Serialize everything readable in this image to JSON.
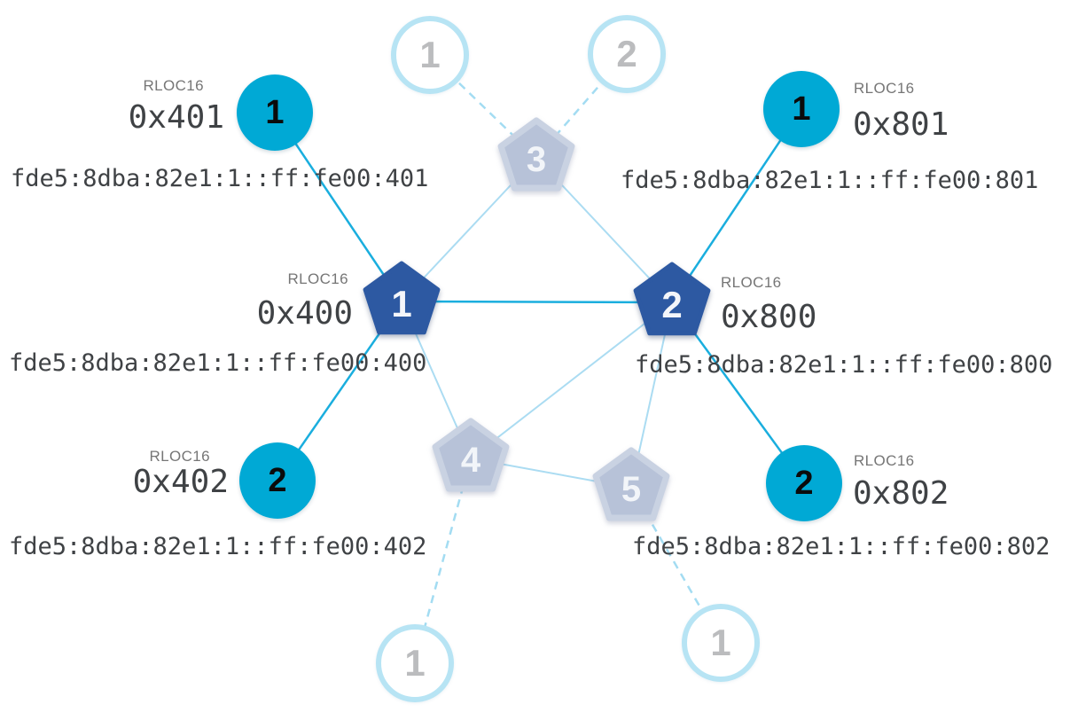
{
  "network": {
    "routers": [
      {
        "id": "1",
        "rloc16_label": "RLOC16",
        "rloc16": "0x400",
        "ipv6": "fde5:8dba:82e1:1::ff:fe00:400",
        "state": "active"
      },
      {
        "id": "2",
        "rloc16_label": "RLOC16",
        "rloc16": "0x800",
        "ipv6": "fde5:8dba:82e1:1::ff:fe00:800",
        "state": "active"
      },
      {
        "id": "3",
        "state": "inactive"
      },
      {
        "id": "4",
        "state": "inactive"
      },
      {
        "id": "5",
        "state": "inactive"
      }
    ],
    "children": [
      {
        "id": "1",
        "rloc16_label": "RLOC16",
        "rloc16": "0x401",
        "ipv6": "fde5:8dba:82e1:1::ff:fe00:401",
        "state": "active"
      },
      {
        "id": "2",
        "rloc16_label": "RLOC16",
        "rloc16": "0x402",
        "ipv6": "fde5:8dba:82e1:1::ff:fe00:402",
        "state": "active"
      },
      {
        "id": "1",
        "rloc16_label": "RLOC16",
        "rloc16": "0x801",
        "ipv6": "fde5:8dba:82e1:1::ff:fe00:801",
        "state": "active"
      },
      {
        "id": "2",
        "rloc16_label": "RLOC16",
        "rloc16": "0x802",
        "ipv6": "fde5:8dba:82e1:1::ff:fe00:802",
        "state": "active"
      }
    ],
    "inactive_children": [
      {
        "id": "1"
      },
      {
        "id": "2"
      },
      {
        "id": "1"
      },
      {
        "id": "1"
      }
    ]
  },
  "colors": {
    "router_active": "#2d59a2",
    "router_inactive_fill": "#b7c2d8",
    "router_inactive_stroke": "#c9d2e2",
    "child_active": "#00a9d5",
    "child_inactive_ring": "#b7e4f4",
    "link_active": "#1badе0",
    "link_inactive": "#abdcf2",
    "link_dashed": "#a3dcf2",
    "label_gray": "#767676",
    "mono_text": "#3f4245"
  }
}
